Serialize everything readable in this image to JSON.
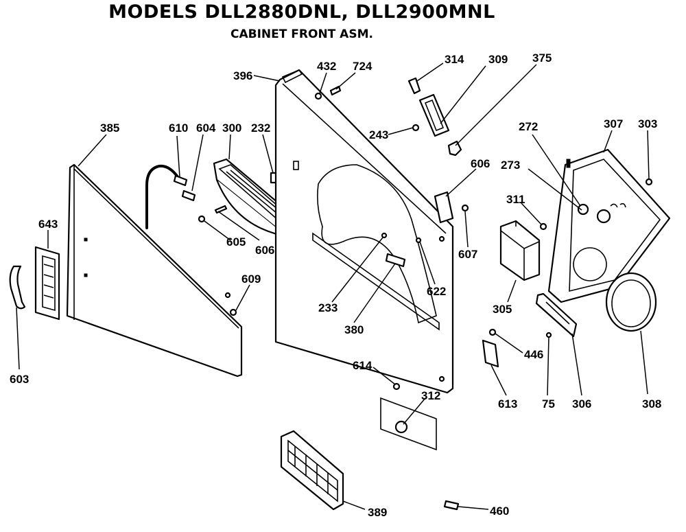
{
  "title": "MODELS DLL2880DNL, DLL2900MNL",
  "subtitle": "CABINET FRONT ASM.",
  "callouts": {
    "c385": "385",
    "c610": "610",
    "c604": "604",
    "c300": "300",
    "c232": "232",
    "c396": "396",
    "c432": "432",
    "c724": "724",
    "c314": "314",
    "c309": "309",
    "c375": "375",
    "c243": "243",
    "c606a": "606",
    "c272": "272",
    "c307": "307",
    "c303": "303",
    "c273": "273",
    "c311": "311",
    "c643": "643",
    "c603": "603",
    "c605": "605",
    "c606b": "606",
    "c609": "609",
    "c233": "233",
    "c380": "380",
    "c622": "622",
    "c607": "607",
    "c305": "305",
    "c614": "614",
    "c312": "312",
    "c446": "446",
    "c613": "613",
    "c75": "75",
    "c306": "306",
    "c308": "308",
    "c389": "389",
    "c460": "460"
  }
}
